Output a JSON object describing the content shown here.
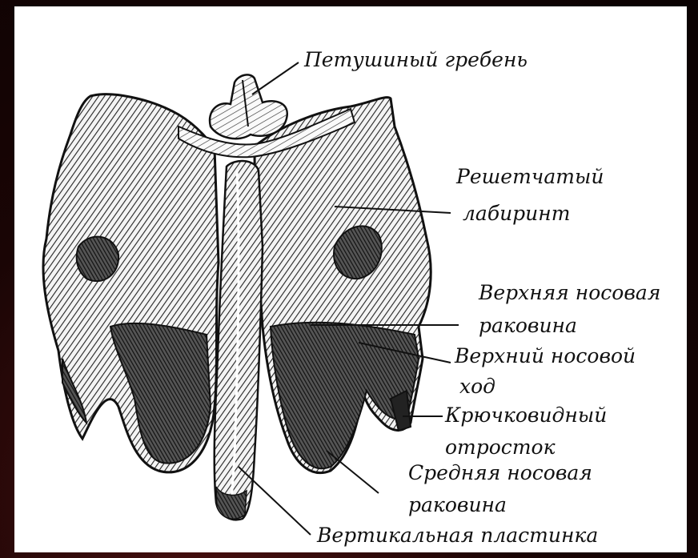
{
  "diagram": {
    "labels": {
      "crista_galli": "Петушиный гребень",
      "labyrinth_1": "Решетчатый",
      "labyrinth_2": "лабиринт",
      "sup_concha_1": "Верхняя носовая",
      "sup_concha_2": "раковина",
      "sup_meatus_1": "Верхний носовой",
      "sup_meatus_2": "ход",
      "uncinate_1": "Крючковидный",
      "uncinate_2": "отросток",
      "mid_concha_1": "Средняя носовая",
      "mid_concha_2": "раковина",
      "perp_plate": "Вертикальная пластинка"
    },
    "colors": {
      "frame": "#1a0505",
      "panel": "#ffffff",
      "ink": "#111111"
    }
  }
}
